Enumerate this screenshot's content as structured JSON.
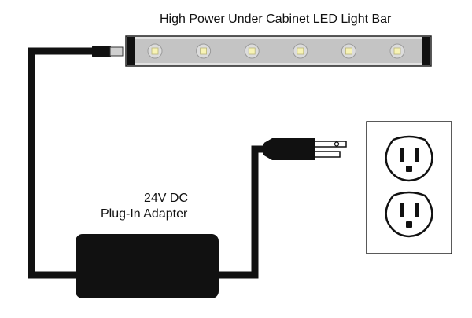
{
  "diagram": {
    "light_bar_title": "High Power Under Cabinet LED Light Bar",
    "adapter_label_line1": "24V DC",
    "adapter_label_line2": "Plug-In Adapter",
    "led_count": 6,
    "outlet_receptacle_count": 2,
    "colors": {
      "cable": "#111111",
      "adapter": "#111111",
      "bar_body": "#c4c4c4",
      "led_chip": "#f7f3b5",
      "outline": "#222222"
    }
  }
}
